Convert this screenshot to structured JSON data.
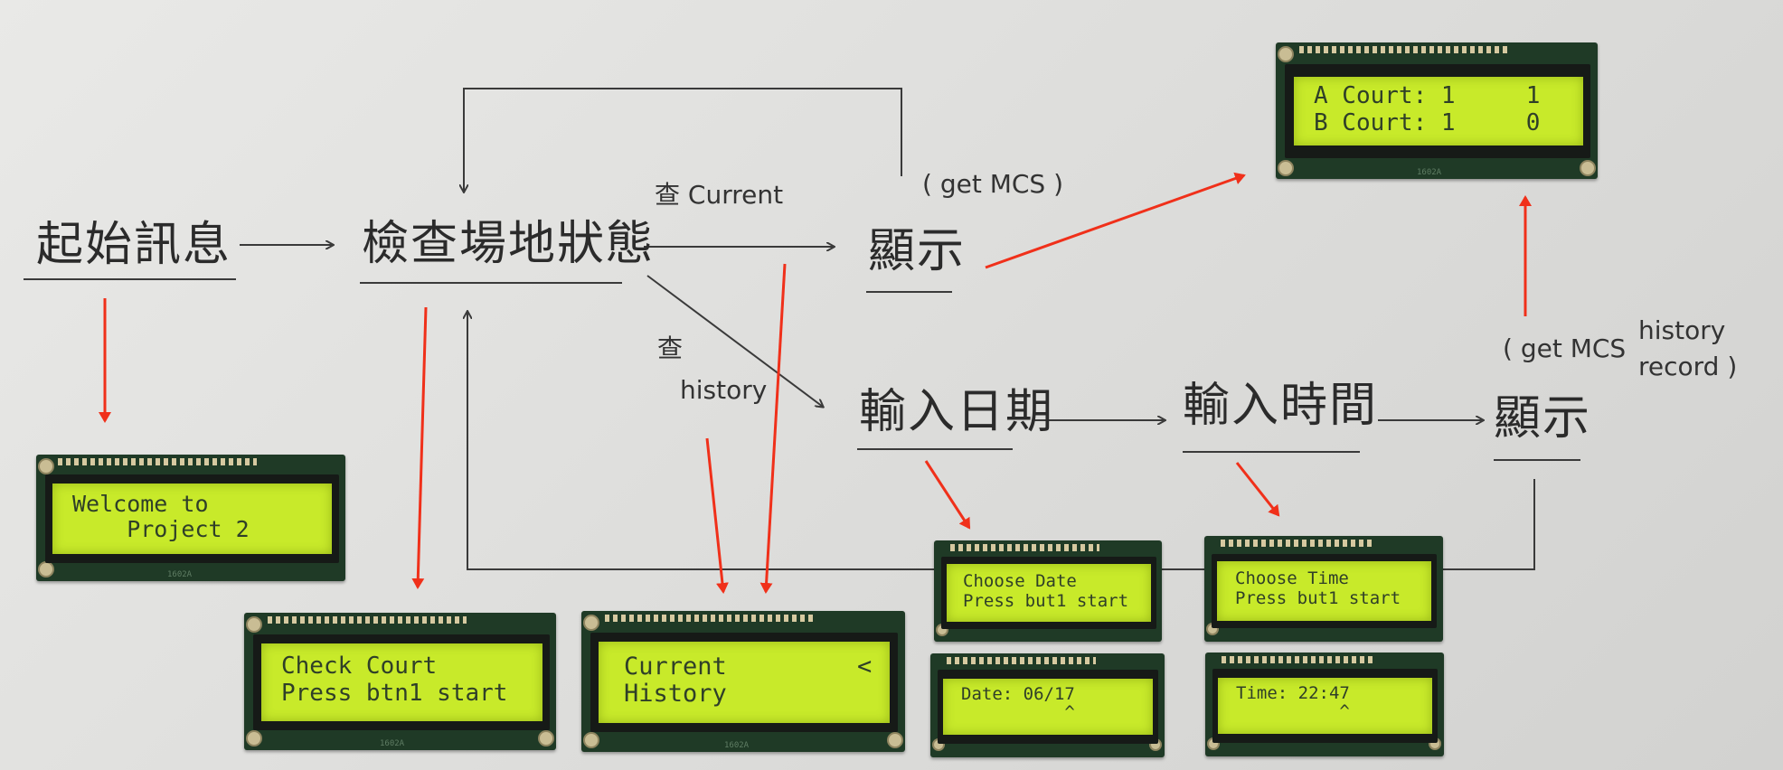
{
  "nodes": {
    "start_message": "起始訊息",
    "check_court_status": "檢查場地狀態",
    "display_current": "顯示",
    "input_date": "輸入日期",
    "input_time": "輸入時間",
    "display_history": "顯示"
  },
  "labels": {
    "check_current": "查 Current",
    "check": "查",
    "history": "history",
    "get_mcs": "( get MCS )",
    "get_mcs_history": "( get MCS",
    "history_record_1": "history",
    "history_record_2": "record )"
  },
  "lcds": {
    "welcome": {
      "line1": "Welcome to",
      "line2": "    Project 2"
    },
    "check_court": {
      "line1": "Check Court",
      "line2": "Press btn1 start"
    },
    "menu": {
      "line1": "Current",
      "line2": "History",
      "cursor": "<"
    },
    "courts": {
      "line1": "A Court: 1     1",
      "line2": "B Court: 1     0"
    },
    "choose_date": {
      "line1": "Choose Date",
      "line2": "Press but1 start"
    },
    "date_value": {
      "line1": "Date: 06/17",
      "line2": "          ^"
    },
    "choose_time": {
      "line1": "Choose Time",
      "line2": "Press but1 start"
    },
    "time_value": {
      "line1": "Time: 22:47",
      "line2": "          ^"
    }
  },
  "colors": {
    "pencil": "#3a3a3a",
    "red_arrow": "#f0301a",
    "lcd_screen": "#c8ea2a",
    "lcd_board": "#1f3a26"
  }
}
